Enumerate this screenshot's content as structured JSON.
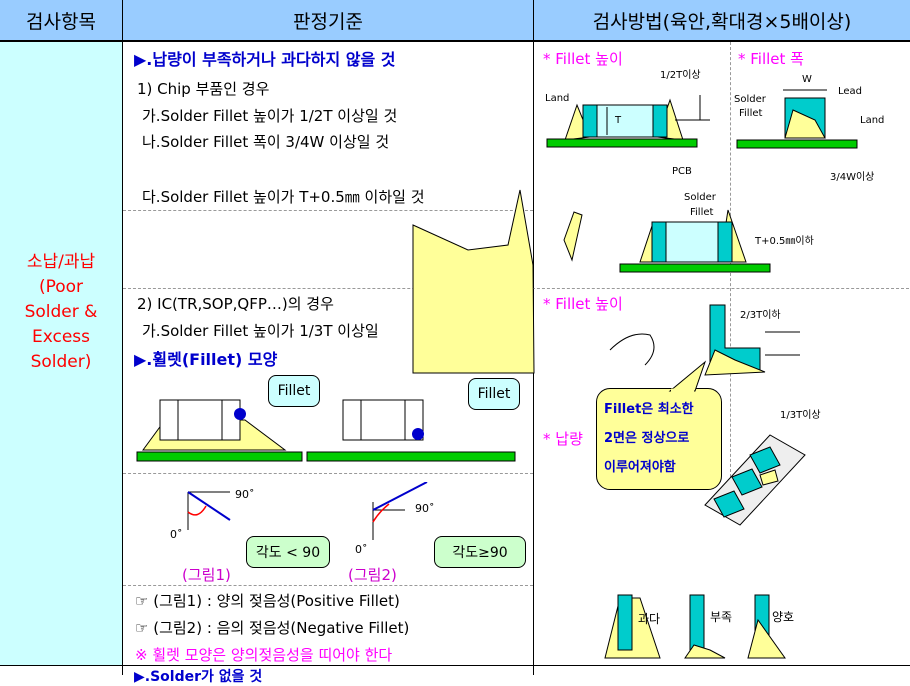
{
  "header": {
    "col1": "검사항목",
    "col2": "판정기준",
    "col3": "검사방법(육안,확대경×5배이상)"
  },
  "category": {
    "line1": "소납/과납",
    "line2": "(Poor",
    "line3": "Solder &",
    "line4": "Excess",
    "line5": "Solder)"
  },
  "criteria": {
    "title1": "▶.납량이 부족하거나 과다하지 않을 것",
    "chip_heading": "1) Chip 부품인 경우",
    "chip_a": "가.Solder Fillet 높이가 1/2T 이상일 것",
    "chip_b": "나.Solder Fillet 폭이 3/4W 이상일 것",
    "chip_c": "다.Solder Fillet 높이가 T+0.5㎜ 이하일 것",
    "ic_heading": "2) IC(TR,SOP,QFP…)의 경우",
    "ic_a": "가.Solder Fillet 높이가 1/3T 이상일",
    "title2": "▶.휠렛(Fillet) 모양",
    "fillet_label": "Fillet",
    "angle90": "90˚",
    "angle0": "0˚",
    "bubble_lt": "각도 < 90",
    "bubble_ge": "각도≥90",
    "fig1": "(그림1)",
    "fig2": "(그림2)",
    "note1": "☞ (그림1) : 양의 젖음성(Positive Fillet)",
    "note2": "☞ (그림2) : 음의 젖음성(Negative Fillet)",
    "note3": "※ 휠렛 모양은 양의젖음성을 띠어야 한다",
    "next_row": "▶.Solder가 없을 것"
  },
  "method": {
    "fillet_height": "* Fillet 높이",
    "fillet_width": "* Fillet 폭",
    "half_t": "1/2T이상",
    "land": "Land",
    "t": "T",
    "pcb": "PCB",
    "w": "W",
    "lead": "Lead",
    "solder_fillet_1": "Solder",
    "solder_fillet_2": "Fillet",
    "land2": "Land",
    "three_quarter_w": "3/4W이상",
    "solder": "Solder",
    "fillet": "Fillet",
    "t_plus": "T+0.5㎜이하",
    "fillet_height2": "* Fillet 높이",
    "two_third": "2/3T이하",
    "one_third": "1/3T이상",
    "solder_amount": "* 납량",
    "callout_line1": "Fillet은 최소한",
    "callout_line2": "2면은 정상으로",
    "callout_line3": "이루어져야함",
    "excess": "과다",
    "lack": "부족",
    "good": "양호"
  },
  "colors": {
    "header_bg": "#99ccff",
    "left_bg": "#ccffff",
    "fillet_yellow": "#ffff99",
    "pcb_green": "#00cc00",
    "comp_cyan": "#00cccc",
    "bubble_green": "#ccffcc"
  }
}
